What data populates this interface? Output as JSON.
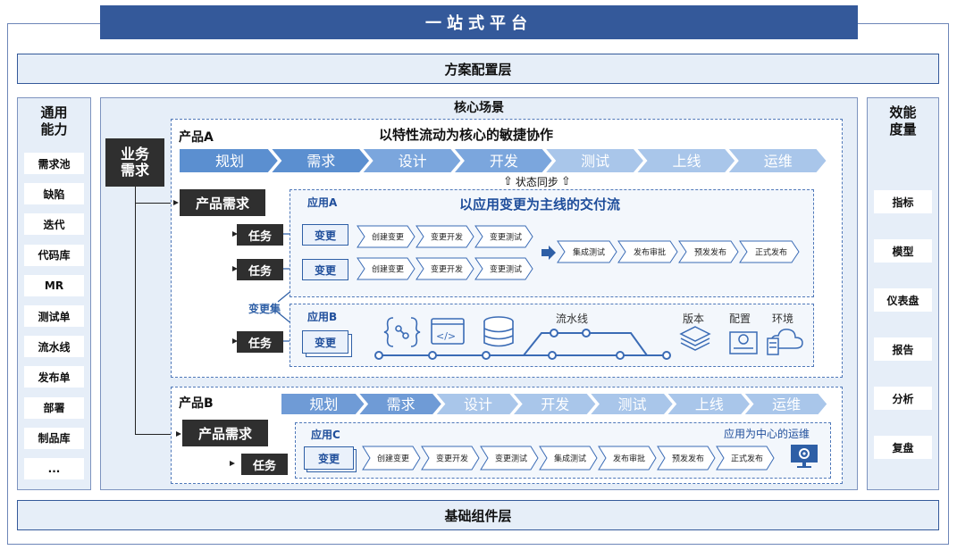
{
  "platform_title": "一站式平台",
  "top_layer": "方案配置层",
  "bottom_layer": "基础组件层",
  "core": {
    "title": "核心场景",
    "business_req": "业务\n需求",
    "product_a": {
      "label": "产品A",
      "title": "以特性流动为核心的敏捷协作",
      "stages": [
        "规划",
        "需求",
        "设计",
        "开发",
        "测试",
        "上线",
        "运维"
      ],
      "sync": "状态同步",
      "product_req": "产品需求",
      "tasks": [
        "任务",
        "任务",
        "任务"
      ],
      "change_set": "变更集",
      "app_a": {
        "label": "应用A",
        "title": "以应用变更为主线的交付流",
        "change_label": "变更",
        "flow_row": [
          "创建变更",
          "变更开发",
          "变更测试"
        ],
        "release_flow": [
          "集成测试",
          "发布审批",
          "预发发布",
          "正式发布"
        ]
      },
      "app_b": {
        "label": "应用B",
        "change_label": "变更",
        "pipeline": "流水线",
        "assets": [
          "版本",
          "配置",
          "环境"
        ]
      }
    },
    "product_b": {
      "label": "产品B",
      "stages": [
        "规划",
        "需求",
        "设计",
        "开发",
        "测试",
        "上线",
        "运维"
      ],
      "product_req": "产品需求",
      "task": "任务",
      "app_c": {
        "label": "应用C",
        "ops_label": "应用为中心的运维",
        "change_label": "变更",
        "flow": [
          "创建变更",
          "变更开发",
          "变更测试",
          "集成测试",
          "发布审批",
          "预发发布",
          "正式发布"
        ]
      }
    }
  },
  "left_panel": {
    "title": "通用\n能力",
    "items": [
      "需求池",
      "缺陷",
      "迭代",
      "代码库",
      "MR",
      "测试单",
      "流水线",
      "发布单",
      "部署",
      "制品库",
      "..."
    ]
  },
  "right_panel": {
    "title": "效能\n度量",
    "items": [
      "指标",
      "模型",
      "仪表盘",
      "报告",
      "分析",
      "复盘"
    ]
  },
  "colors": {
    "header": "#34599a",
    "stage_dark": "#5b8fd0",
    "stage_light": "#a9c6ea",
    "panel_bg": "#e6eef8"
  }
}
